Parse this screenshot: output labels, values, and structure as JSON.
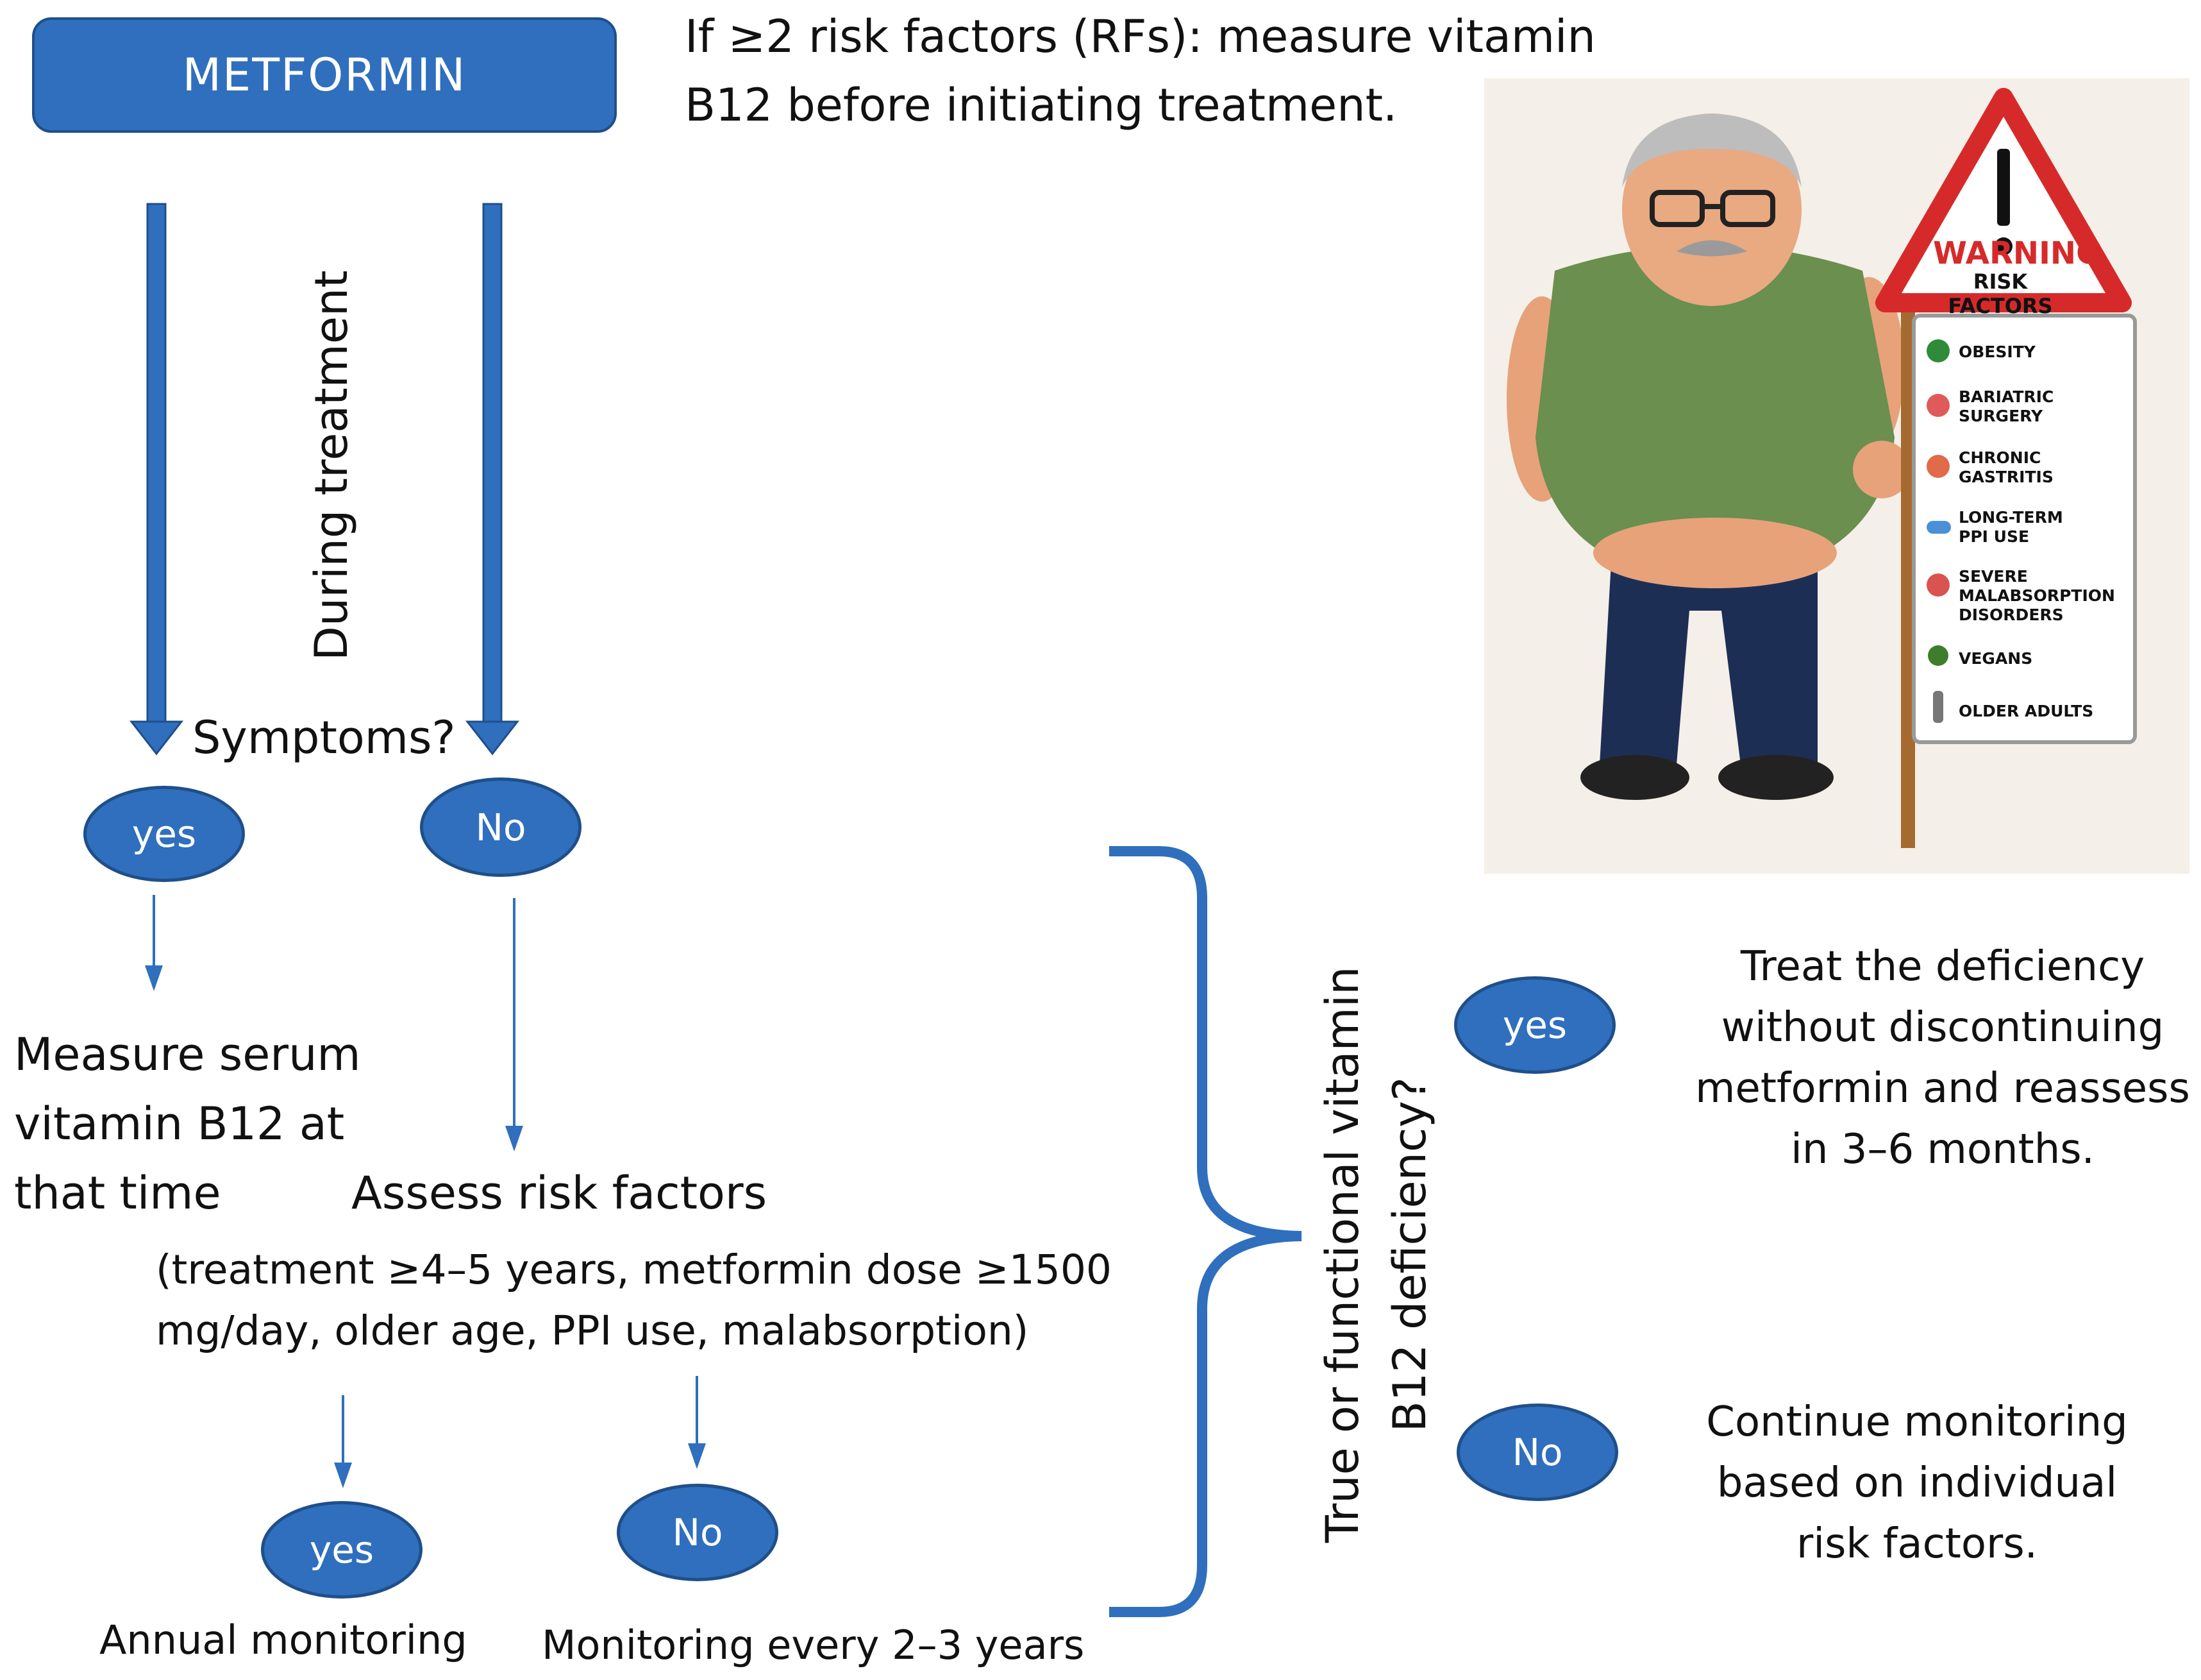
{
  "start_box": "METFORMIN",
  "top_note": [
    "If ≥2 risk factors (RFs): measure vitamin",
    "B12 before initiating treatment."
  ],
  "during_treatment": "During treatment",
  "symptoms_question": "Symptoms?",
  "oval_labels": {
    "yes": "yes",
    "no": "No"
  },
  "measure_text": [
    "Measure serum",
    "vitamin B12 at",
    "that time"
  ],
  "assess_title": "Assess risk factors",
  "assess_detail": [
    "(treatment ≥4–5 years, metformin dose ≥1500",
    "mg/day, older age, PPI use, malabsorption)"
  ],
  "annual_monitoring": "Annual monitoring",
  "monitoring_2_3": "Monitoring every 2–3 years",
  "deficiency_question": [
    "True or functional vitamin",
    "B12 deficiency?"
  ],
  "treat_text": [
    "Treat the deficiency",
    "without discontinuing",
    "metformin and reassess",
    "in 3–6 months."
  ],
  "continue_text": [
    "Continue monitoring",
    "based on individual",
    "risk factors."
  ],
  "sign": {
    "warning": "WARNING",
    "subtitle": "RISK FACTORS",
    "items": [
      "OBESITY",
      "BARIATRIC SURGERY",
      "CHRONIC GASTRITIS",
      "LONG-TERM PPI USE",
      "SEVERE MALABSORPTION DISORDERS",
      "VEGANS",
      "OLDER ADULTS"
    ]
  },
  "colors": {
    "primary": "#2f6fbd",
    "primary_dark": "#1f4f8a",
    "warning_red": "#d62a2a"
  }
}
